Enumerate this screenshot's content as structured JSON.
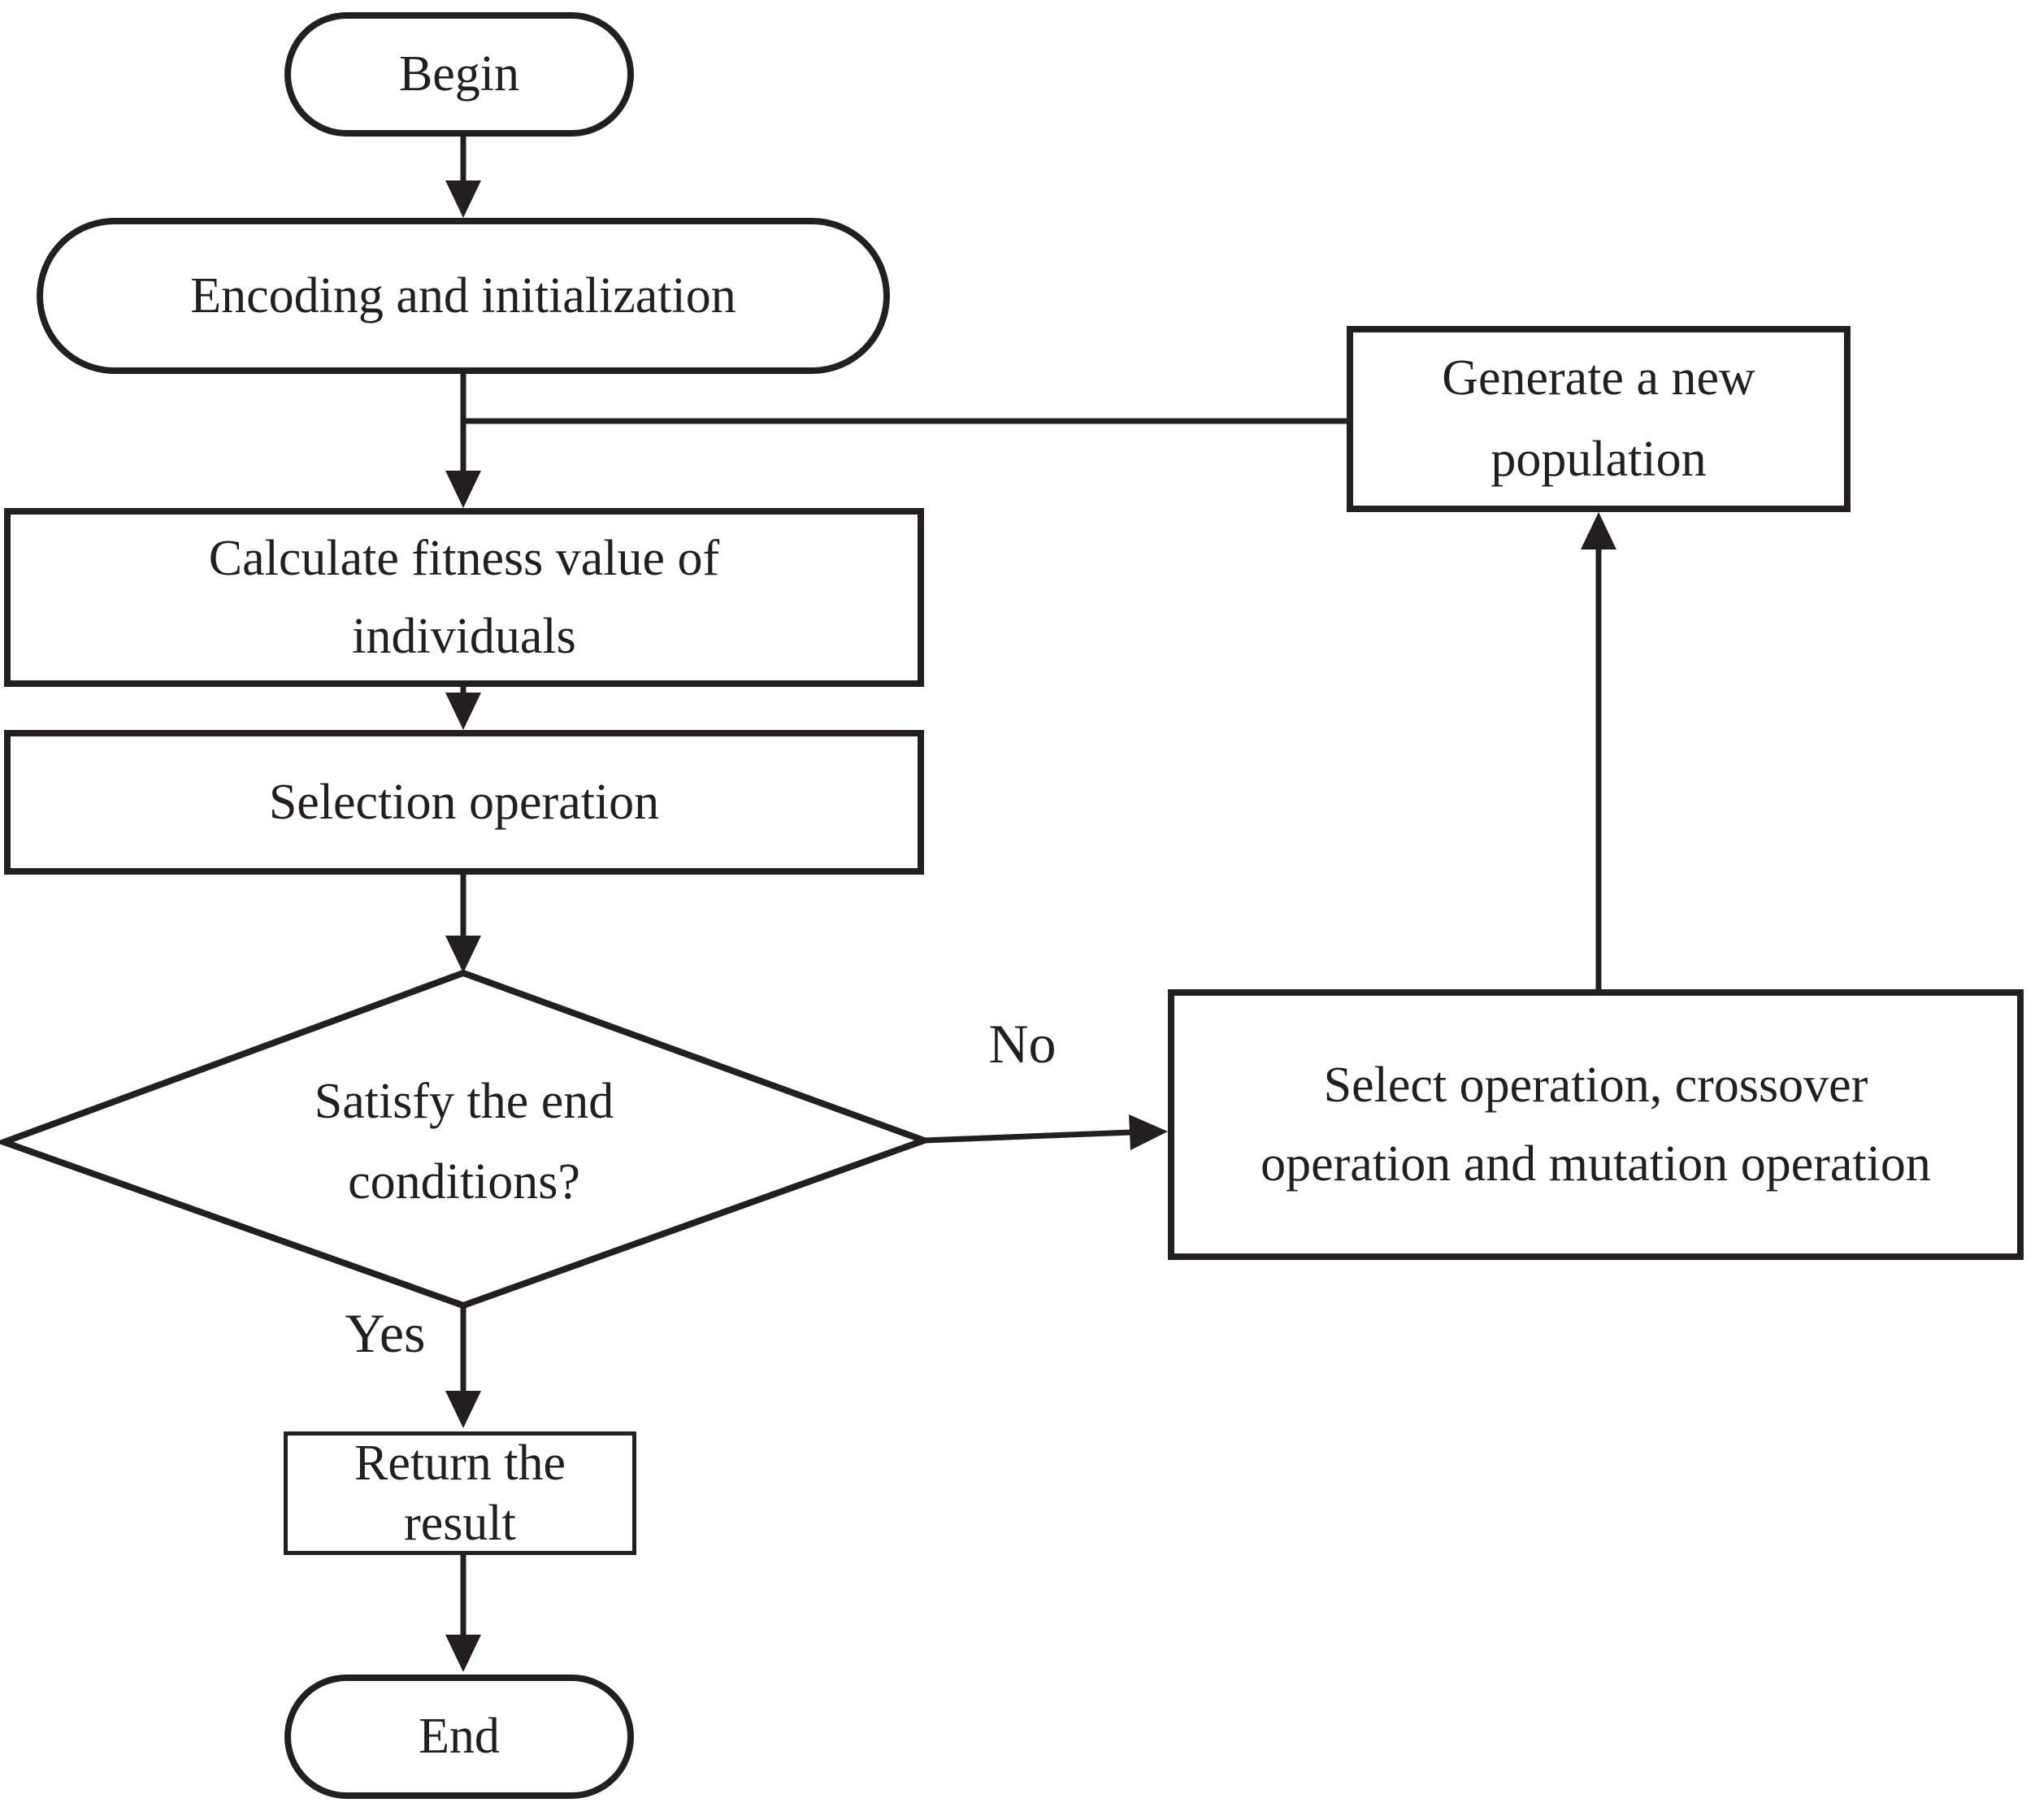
{
  "figure": {
    "kind": "flowchart",
    "background_color": "#ffffff",
    "line_color": "#231f20"
  },
  "nodes": {
    "begin": {
      "shape": "stadium",
      "label": "Begin"
    },
    "encoding": {
      "shape": "stadium",
      "label": "Encoding and initialization"
    },
    "calculate": {
      "shape": "rect",
      "lines": [
        "Calculate fitness value of",
        "individuals"
      ]
    },
    "selection": {
      "shape": "rect",
      "label": "Selection operation"
    },
    "decision": {
      "shape": "diamond",
      "lines": [
        "Satisfy the end",
        "conditions?"
      ]
    },
    "generate": {
      "shape": "rect",
      "lines": [
        "Generate a new",
        "population"
      ]
    },
    "select_op": {
      "shape": "rect",
      "lines": [
        "Select operation, crossover",
        "operation and mutation operation"
      ]
    },
    "return": {
      "shape": "rect",
      "lines": [
        "Return the",
        "result"
      ]
    },
    "end": {
      "shape": "stadium",
      "label": "End"
    }
  },
  "edge_labels": {
    "yes": "Yes",
    "no": "No"
  },
  "edges": [
    "begin -> encoding",
    "encoding -> calculate",
    "calculate -> selection",
    "selection -> decision",
    "decision -No-> select_op",
    "select_op -> generate",
    "generate -> calculate (feedback loop)",
    "decision -Yes-> return",
    "return -> end"
  ]
}
